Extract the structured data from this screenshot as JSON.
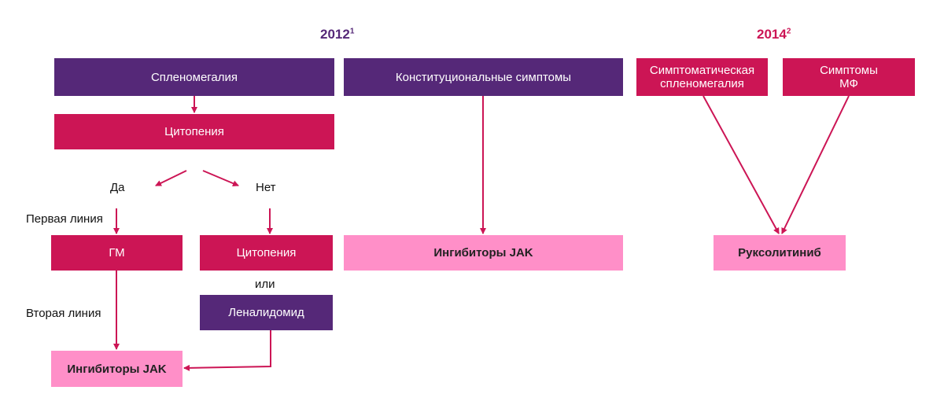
{
  "colors": {
    "purple": "#552878",
    "crimson": "#cc1555",
    "pink": "#ff8fc8",
    "arrow": "#cc1555"
  },
  "years": {
    "left": {
      "text": "2012",
      "sup": "1",
      "color": "#552878"
    },
    "right": {
      "text": "2014",
      "sup": "2",
      "color": "#cc1555"
    }
  },
  "nodes": {
    "splenomegaly": "Спленомегалия",
    "cytopenia_top": "Цитопения",
    "yes": "Да",
    "no": "Нет",
    "first_line": "Первая линия",
    "gm": "ГМ",
    "cytopenia_bottom": "Цитопения",
    "or": "или",
    "second_line": "Вторая линия",
    "lenalidomide": "Леналидомид",
    "jak_left": "Ингибиторы JAK",
    "constitutional": "Конституциональные симптомы",
    "jak_mid": "Ингибиторы JAK",
    "symptomatic_splenomegaly_1": "Симптоматическая",
    "symptomatic_splenomegaly_2": "спленомегалия",
    "mf_symptoms_1": "Симптомы",
    "mf_symptoms_2": "МФ",
    "ruxolitinib": "Руксолитиниб"
  }
}
